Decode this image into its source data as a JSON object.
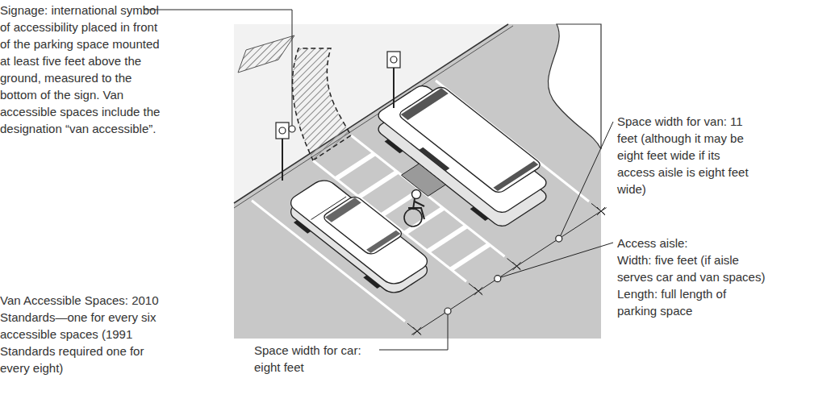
{
  "diagram": {
    "labels": [
      "Signage: international symbol of accessibility placed in front of the parking space mounted at least five feet above the ground, measured to the bottom of the sign. Van accessible spaces include the designation “van accessible”.",
      "Space width for van: 11 feet (although it may be eight feet wide if its access aisle is eight feet wide)",
      "Access aisle:",
      "Width: five feet (if aisle serves car and van spaces)",
      "Length: full length of parking space",
      "Van Accessible Spaces: 2010 Standards—one for every six accessible spaces (1991 Standards required one for every eight)",
      "Space width for car: eight feet"
    ]
  }
}
